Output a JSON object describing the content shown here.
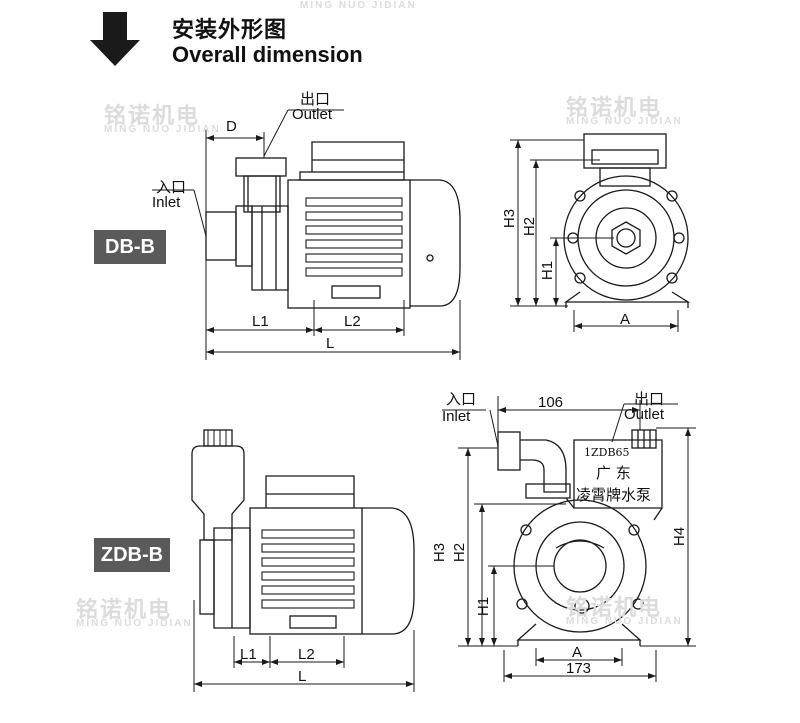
{
  "title": {
    "cn": "安装外形图",
    "en": "Overall dimension"
  },
  "watermark": {
    "cn": "铭诺机电",
    "en": "MING NUO JIDIAN"
  },
  "models": {
    "top": "DB-B",
    "bottom": "ZDB-B"
  },
  "labels": {
    "outlet_cn": "出口",
    "outlet_en": "Outlet",
    "inlet_cn": "入口",
    "inlet_en": "Inlet",
    "D": "D",
    "L1": "L1",
    "L2": "L2",
    "L": "L",
    "H1": "H1",
    "H2": "H2",
    "H3": "H3",
    "H4": "H4",
    "A": "A",
    "dim_106": "106",
    "dim_173": "173"
  },
  "nameplate": {
    "model": "1ZDB65",
    "line1": "广 东",
    "line2": "凌霄牌水泵"
  }
}
